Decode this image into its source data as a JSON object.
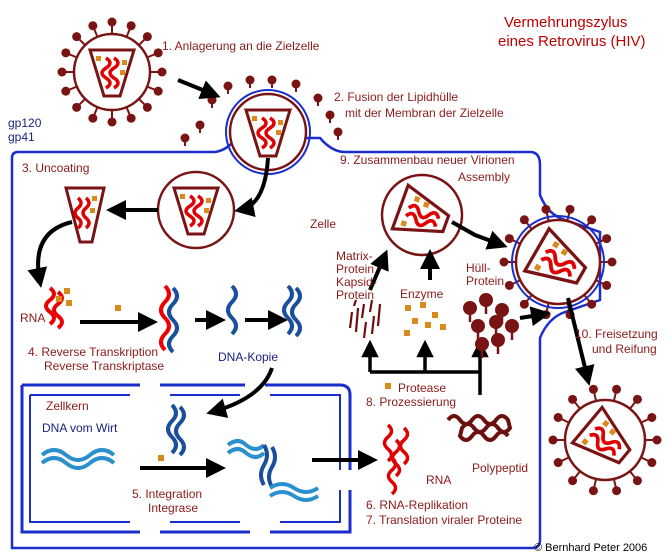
{
  "title": {
    "line1": "Vermehrungszylus",
    "line2": "eines Retrovirus (HIV)"
  },
  "steps": {
    "s1": "1. Anlagerung an die Zielzelle",
    "s2a": "2. Fusion der Lipidhülle",
    "s2b": "mit der Membran der Zielzelle",
    "s3": "3. Uncoating",
    "s4a": "4. Reverse Transkription",
    "s4b": "Reverse Transkriptase",
    "s5a": "5. Integration",
    "s5b": "Integrase",
    "s6": "6. RNA-Replikation",
    "s7": "7. Translation viraler Proteine",
    "s8": "8. Prozessierung",
    "s9": "9. Zusammenbau neuer Virionen",
    "s9b": "Assembly",
    "s10a": "10. Freisetzung",
    "s10b": "und Reifung"
  },
  "labels": {
    "gp120": "gp120",
    "gp41": "gp41",
    "zelle": "Zelle",
    "zellkern": "Zellkern",
    "rna1": "RNA",
    "dna_kopie": "DNA-Kopie",
    "dna_wirt": "DNA vom Wirt",
    "rna2": "RNA",
    "polypeptid": "Polypeptid",
    "protease": "Protease",
    "matrix1": "Matrix-",
    "matrix2": "Protein",
    "kapsid1": "Kapsid-",
    "kapsid2": "Protein",
    "enzyme": "Enzyme",
    "huell1": "Hüll-",
    "huell2": "Protein"
  },
  "copyright": "© Bernhard Peter 2006",
  "colors": {
    "virus": "#7a1414",
    "rna": "#e00000",
    "dna": "#1a4f9c",
    "host_dna": "#2a90d0",
    "enzyme": "#d88a1a",
    "membrane": "#1a2ecc",
    "text": "#8b1a1a",
    "title": "#c00000"
  }
}
